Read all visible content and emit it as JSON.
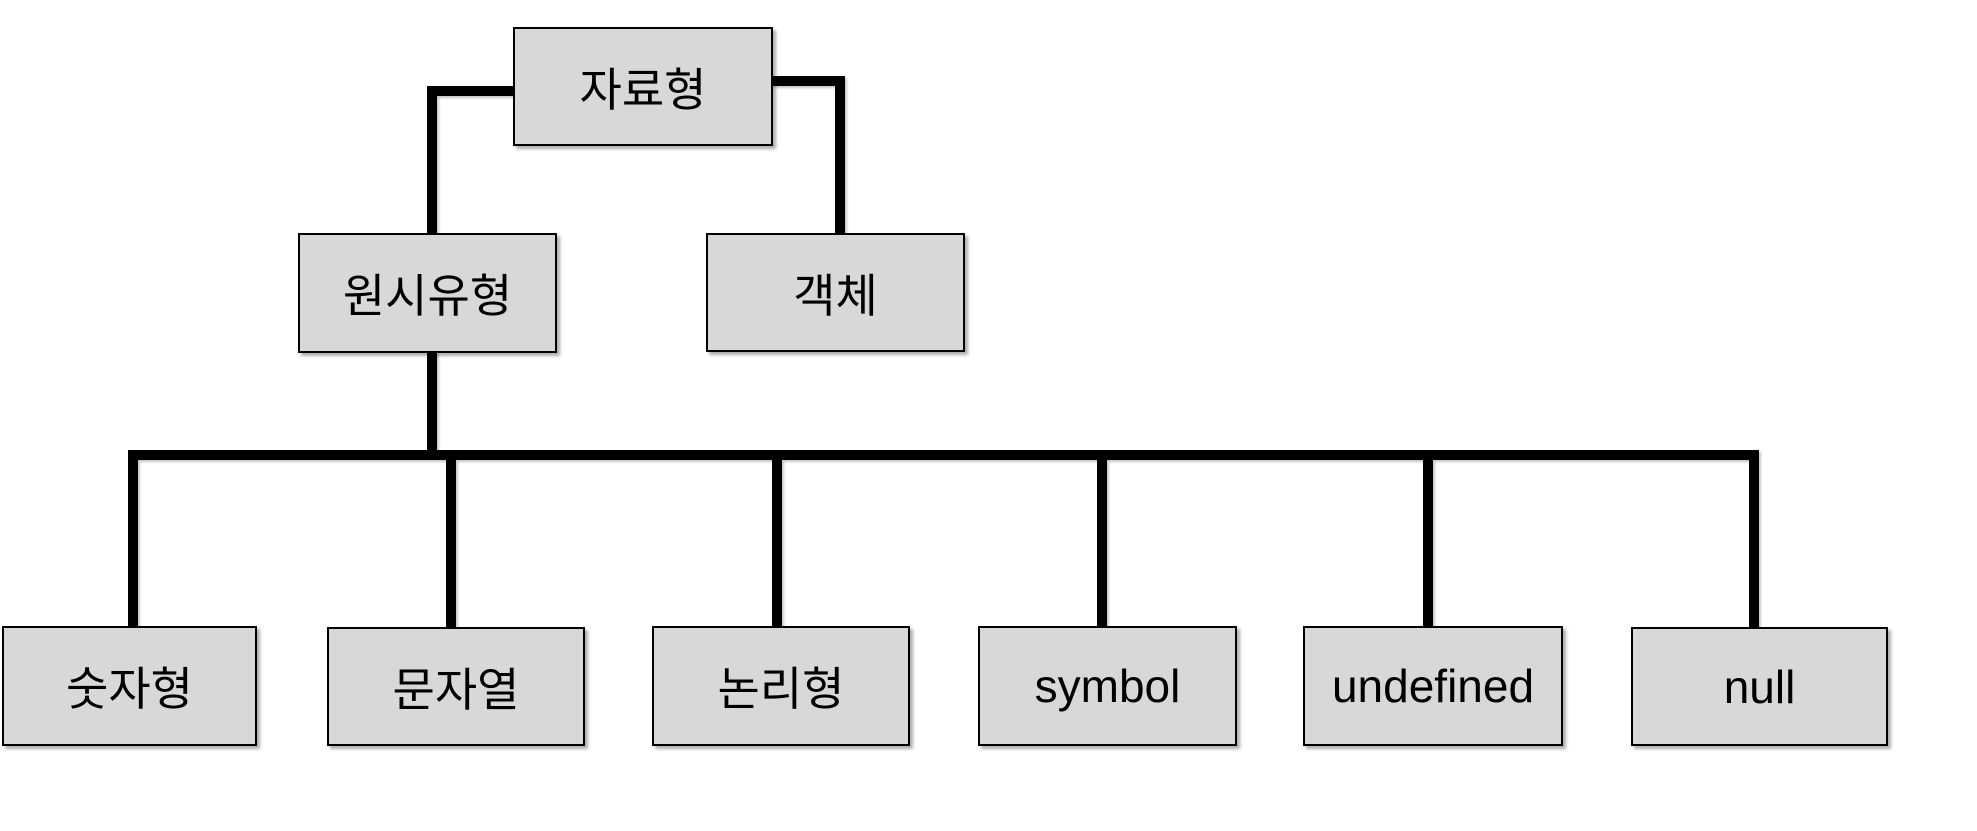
{
  "diagram": {
    "type": "tree",
    "nodes": {
      "root": {
        "label": "자료형"
      },
      "primitive": {
        "label": "원시유형"
      },
      "object": {
        "label": "객체"
      },
      "number": {
        "label": "숫자형"
      },
      "string": {
        "label": "문자열"
      },
      "boolean": {
        "label": "논리형"
      },
      "symbol": {
        "label": "symbol"
      },
      "undefined": {
        "label": "undefined"
      },
      "null": {
        "label": "null"
      }
    },
    "edges": [
      {
        "from": "root",
        "to": "primitive"
      },
      {
        "from": "root",
        "to": "object"
      },
      {
        "from": "primitive",
        "to": "number"
      },
      {
        "from": "primitive",
        "to": "string"
      },
      {
        "from": "primitive",
        "to": "boolean"
      },
      {
        "from": "primitive",
        "to": "symbol"
      },
      {
        "from": "primitive",
        "to": "undefined"
      },
      {
        "from": "primitive",
        "to": "null"
      }
    ],
    "colors": {
      "background": "#ffffff",
      "box_fill": "#d8d8d8",
      "box_border": "#000000",
      "connector": "#000000",
      "text": "#000000"
    }
  }
}
